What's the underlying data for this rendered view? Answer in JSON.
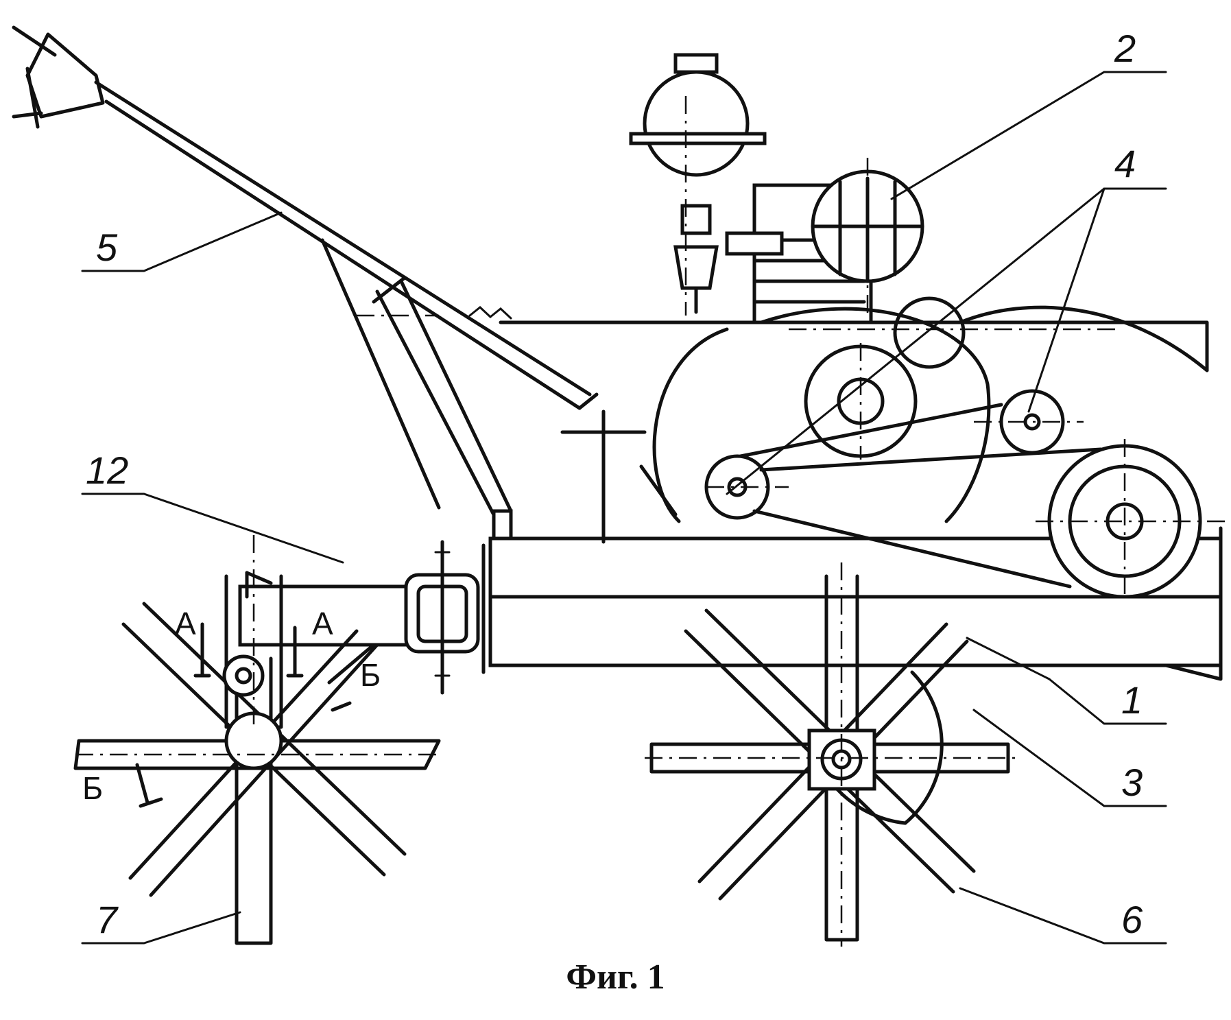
{
  "caption": "Фиг. 1",
  "labels": {
    "l1": "1",
    "l2": "2",
    "l3": "3",
    "l4": "4",
    "l5": "5",
    "l6": "6",
    "l7": "7",
    "l12": "12"
  },
  "section_marks": {
    "a_left": "А",
    "a_right": "А",
    "b_upper": "Б",
    "b_lower": "Б"
  }
}
